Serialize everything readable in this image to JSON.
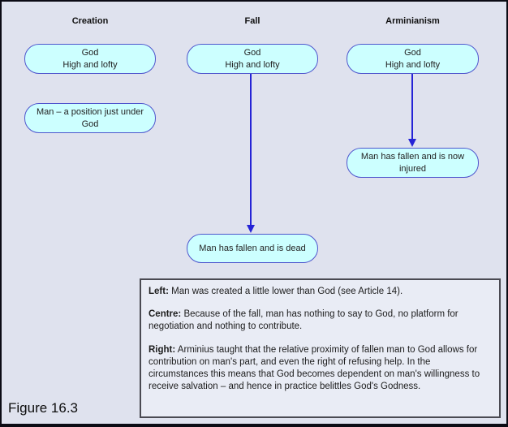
{
  "figure": {
    "label": "Figure 16.3"
  },
  "colors": {
    "background": "#dfe2ee",
    "box_fill": "#ccffff",
    "box_border": "#4f55cd",
    "arrow": "#2524d6",
    "notes_background": "#e9ecf5",
    "notes_border": "#4a4a52",
    "frame_border": "#0b0b14"
  },
  "columns": [
    {
      "title": "Creation",
      "boxes": [
        {
          "text": "God\nHigh and lofty"
        },
        {
          "text": "Man – a position just under God"
        }
      ]
    },
    {
      "title": "Fall",
      "boxes": [
        {
          "text": "God\nHigh and lofty"
        },
        {
          "text": "Man has fallen and is dead"
        }
      ]
    },
    {
      "title": "Arminianism",
      "boxes": [
        {
          "text": "God\nHigh and lofty"
        },
        {
          "text": "Man has fallen and is now injured"
        }
      ]
    }
  ],
  "notes": [
    {
      "label": "Left:",
      "text": "Man was created a little lower than God (see Article 14)."
    },
    {
      "label": "Centre:",
      "text": "Because of the fall, man has nothing to say to God, no platform for negotiation and nothing to contribute."
    },
    {
      "label": "Right:",
      "text": "Arminius taught that the relative proximity of fallen man to God allows for contribution on man's part, and even the right of refusing help.  In the circumstances this means that God becomes dependent on man's willingness to receive salvation – and hence in practice belittles God's Godness."
    }
  ]
}
